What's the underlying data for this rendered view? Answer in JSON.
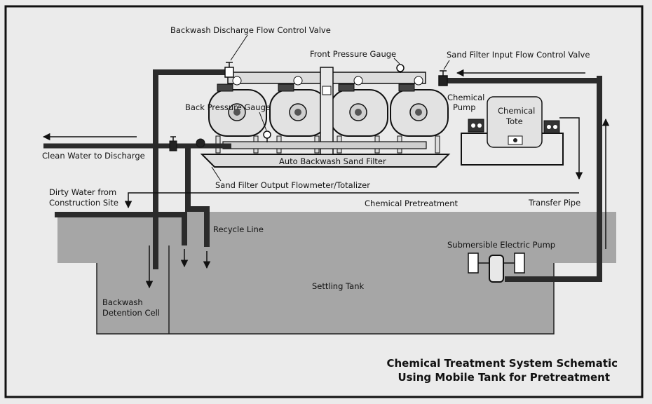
{
  "labels": {
    "backwash_valve": "Backwash Discharge Flow Control Valve",
    "front_gauge": "Front Pressure Gauge",
    "input_valve": "Sand Filter Input Flow Control Valve",
    "chemical_pump_1": "Chemical",
    "chemical_pump_2": "Pump",
    "chemical_tote_1": "Chemical",
    "chemical_tote_2": "Tote",
    "back_gauge": "Back Pressure Gauge",
    "clean_water": "Clean Water to Discharge",
    "sand_filter": "Auto Backwash Sand Filter",
    "flowmeter": "Sand Filter Output Flowmeter/Totalizer",
    "dirty_water_1": "Dirty Water from",
    "dirty_water_2": "Construction Site",
    "chem_pretreat": "Chemical Pretreatment",
    "transfer_pipe": "Transfer Pipe",
    "recycle_line": "Recycle Line",
    "sub_pump": "Submersible Electric Pump",
    "settling_tank": "Settling Tank",
    "backwash_cell_1": "Backwash",
    "backwash_cell_2": "Detention Cell"
  },
  "title": {
    "line1": "Chemical Treatment System Schematic",
    "line2": "Using Mobile Tank for Pretreatment"
  }
}
